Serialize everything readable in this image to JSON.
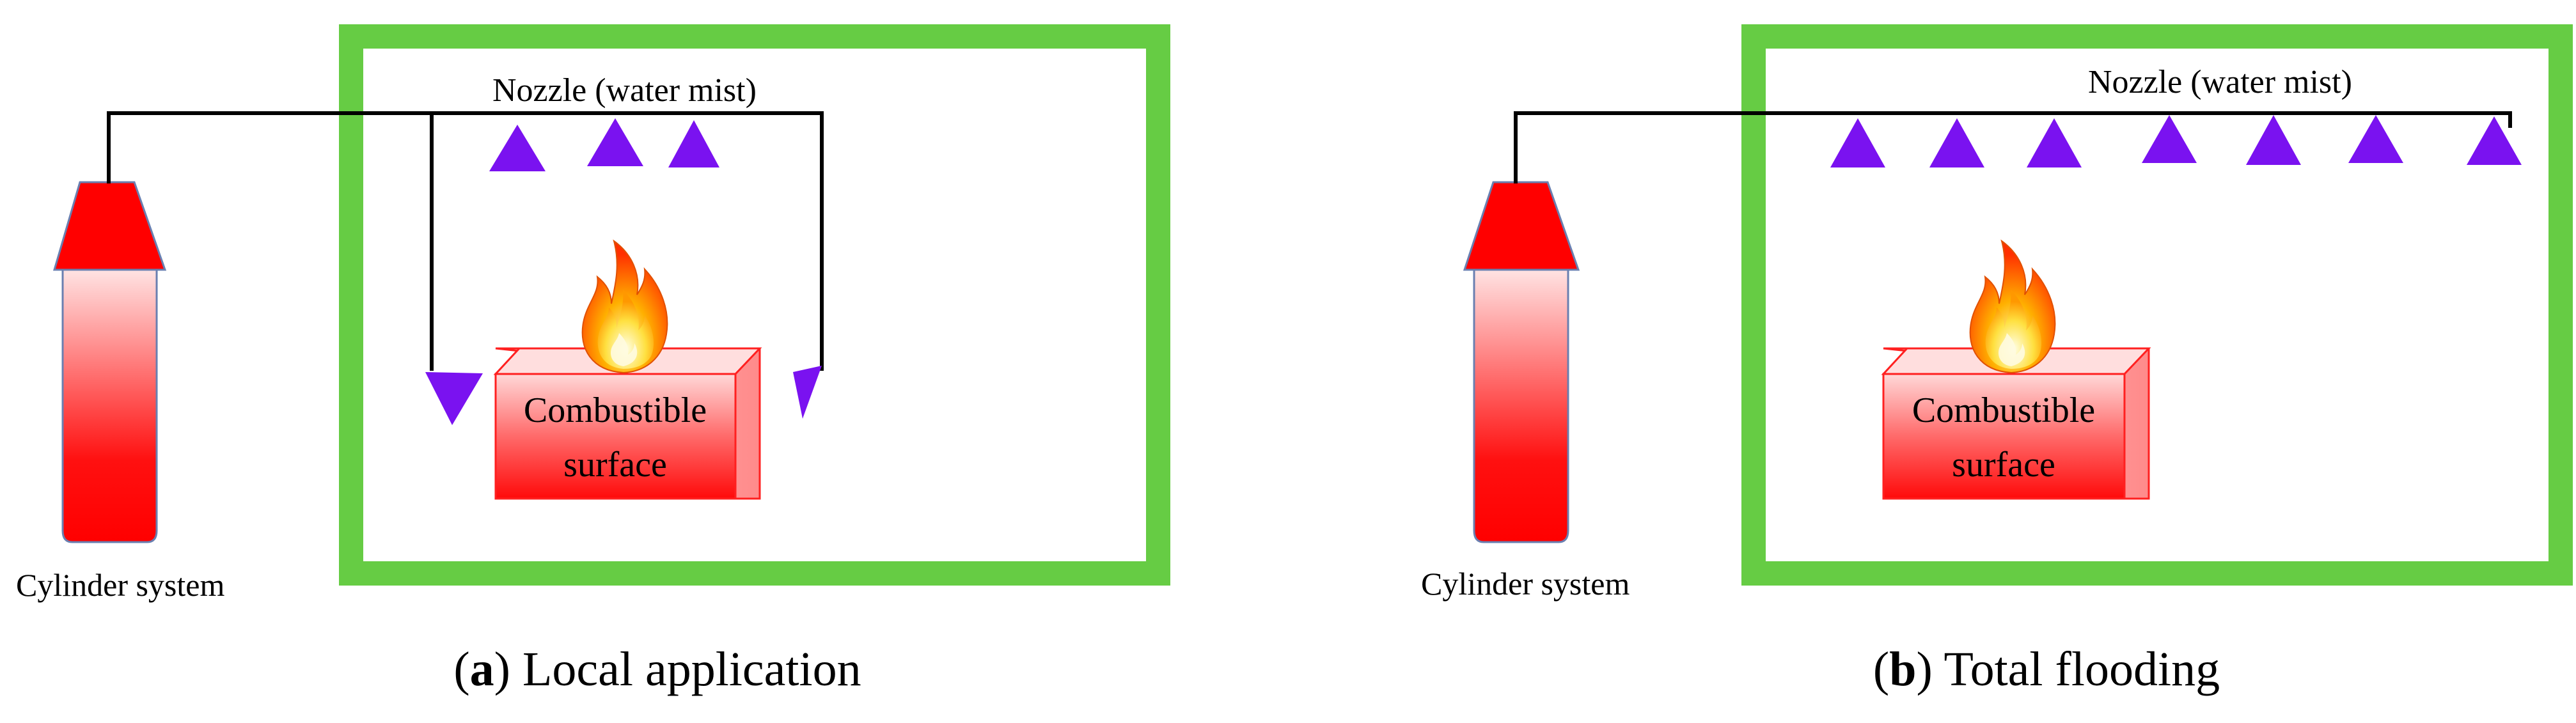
{
  "colors": {
    "room_border": "#66cc44",
    "cylinder_red": "#ff0000",
    "nozzle_purple": "#7a12f0",
    "pipe": "#000000",
    "box_red": "#ff1a1a"
  },
  "panel_a": {
    "cylinder_label": "Cylinder system",
    "nozzle_label": "Nozzle (water mist)",
    "box_label_line1": "Combustible",
    "box_label_line2": "surface",
    "caption_letter": "a",
    "caption_text": "Local application",
    "icons": [
      "cylinder-icon",
      "nozzle-icon",
      "flame-icon"
    ]
  },
  "panel_b": {
    "cylinder_label": "Cylinder system",
    "nozzle_label": "Nozzle (water mist)",
    "box_label_line1": "Combustible",
    "box_label_line2": "surface",
    "caption_letter": "b",
    "caption_text": "Total flooding",
    "icons": [
      "cylinder-icon",
      "nozzle-icon",
      "flame-icon"
    ]
  }
}
